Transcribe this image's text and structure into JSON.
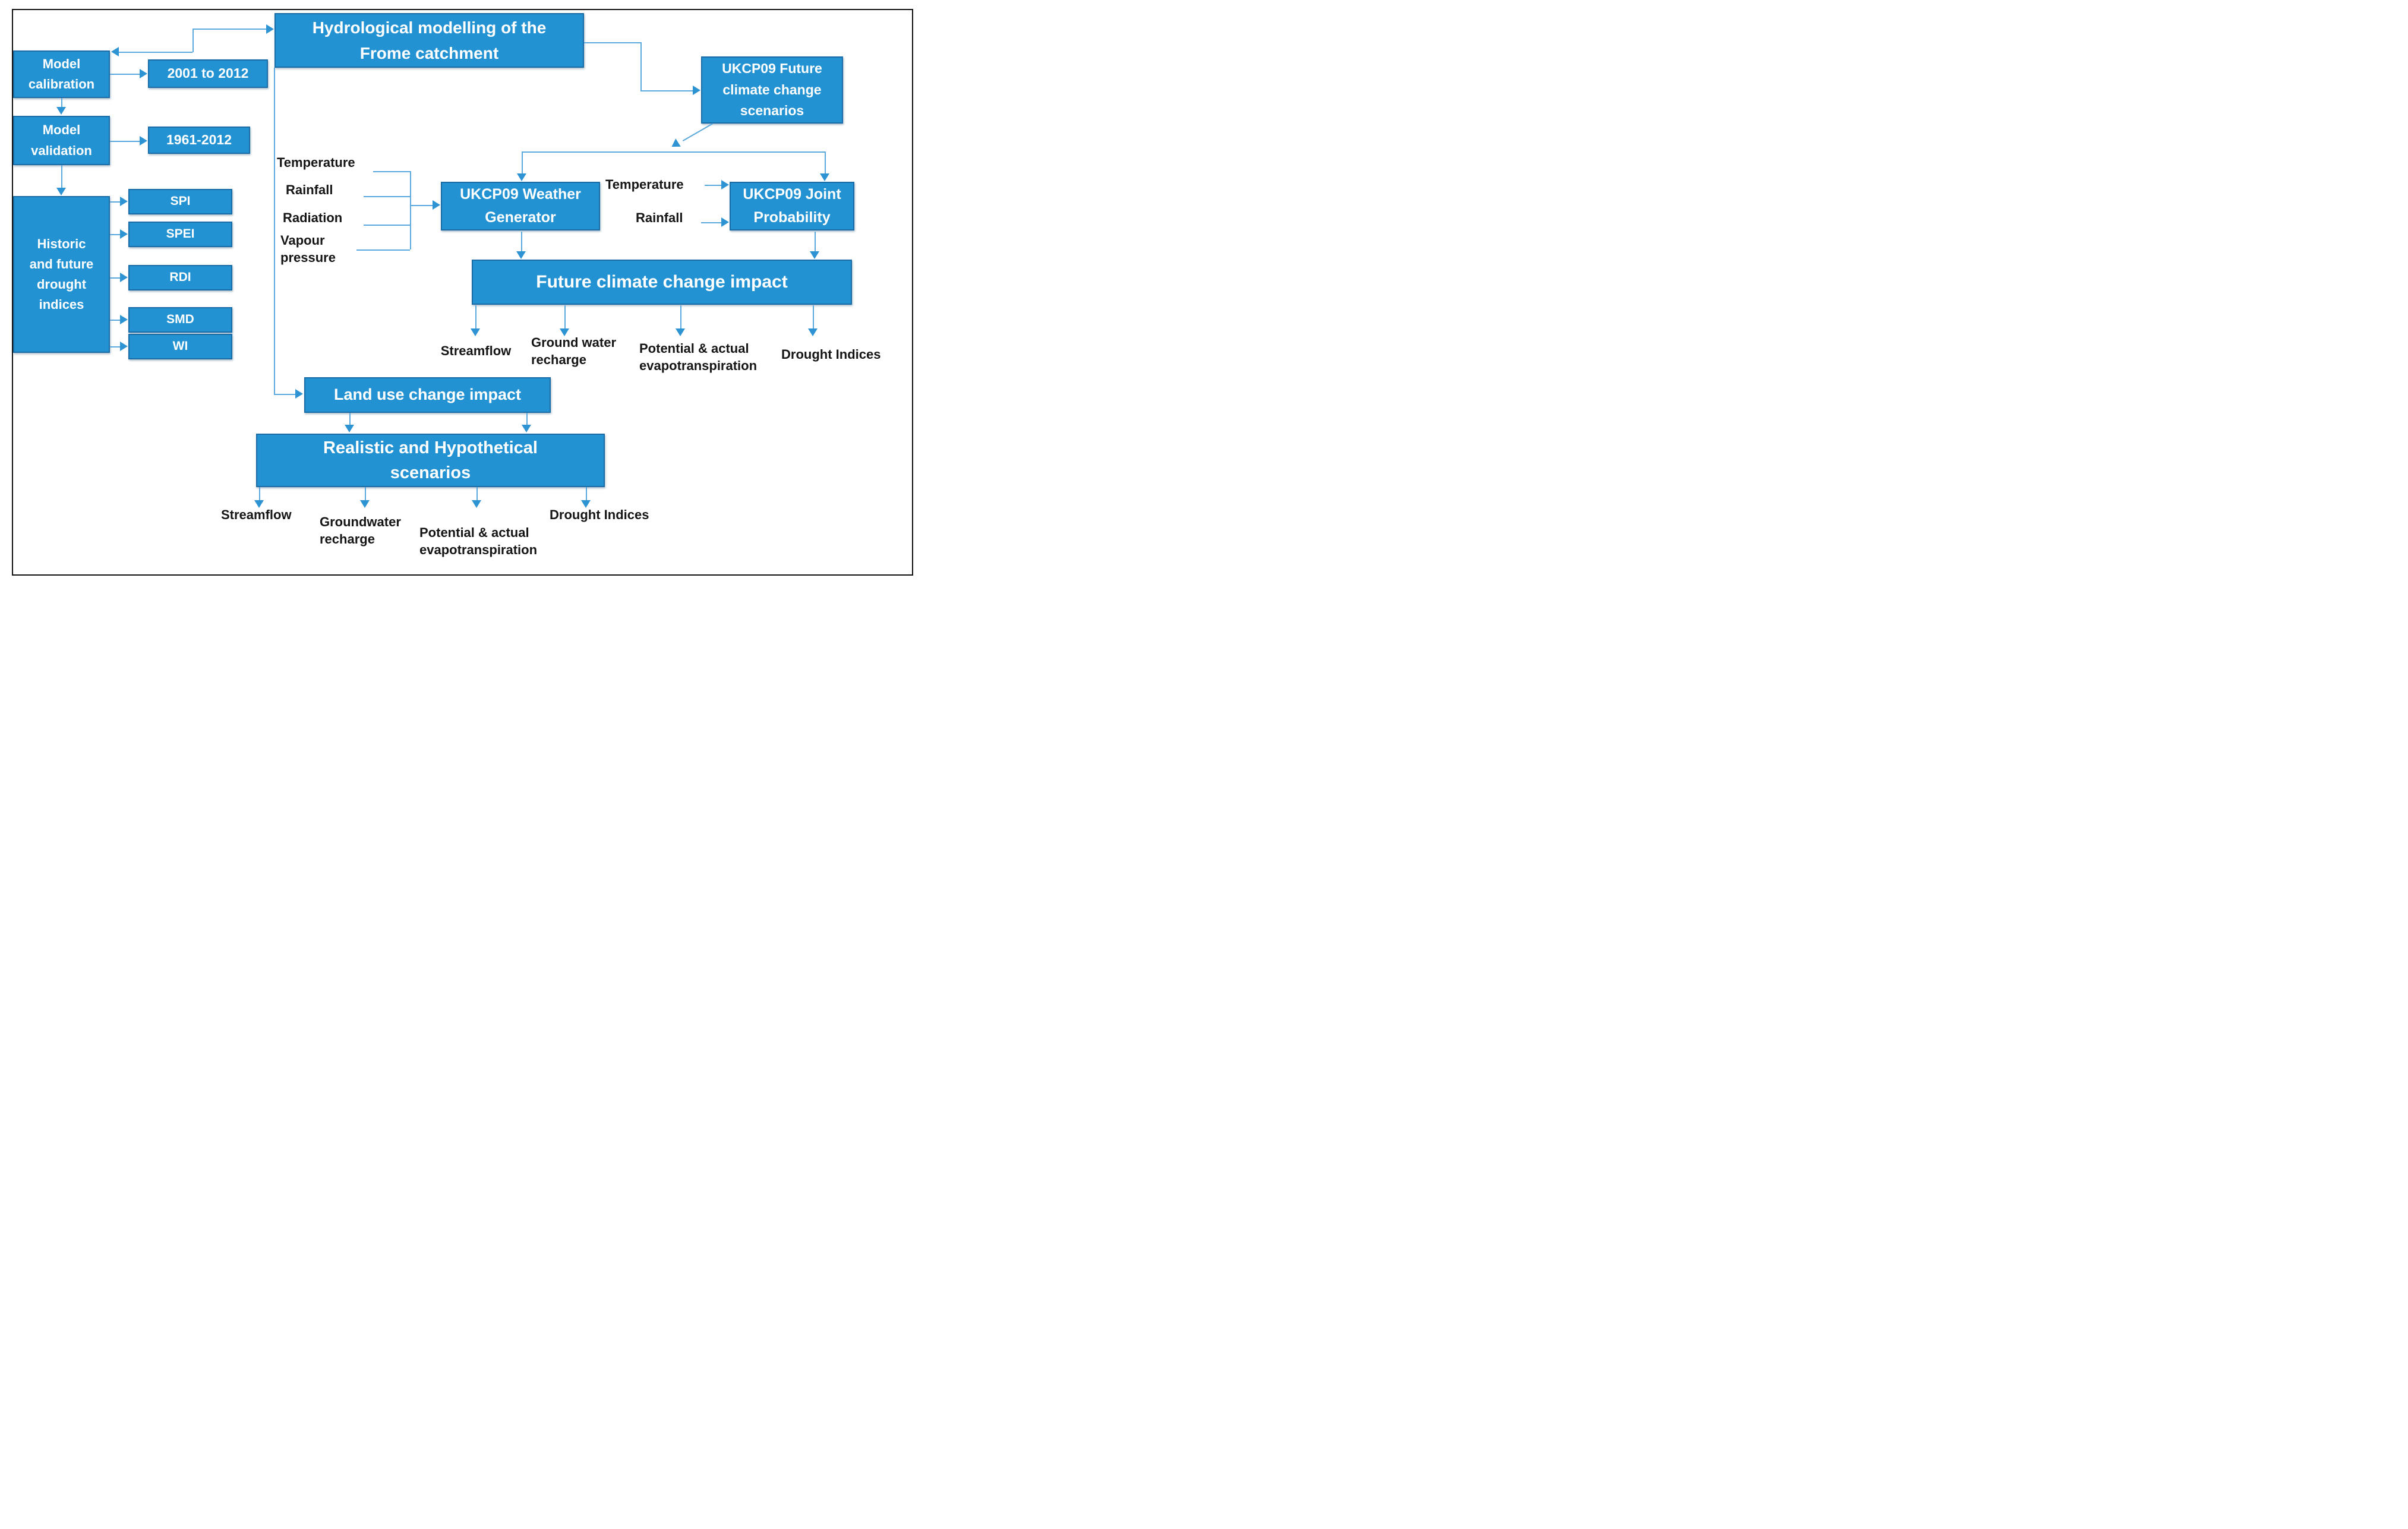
{
  "colors": {
    "background": "#ffffff",
    "frame_border": "#111111",
    "box_fill": "#2292d3",
    "box_border": "#1a6ca6",
    "box_text": "#ffffff",
    "arrow_line": "#5ba8dc",
    "arrow_head": "#2e93d2",
    "label_text": "#151515"
  },
  "boxes": {
    "title": "Hydrological modelling of the\nFrome catchment",
    "model_calibration": "Model\ncalibration",
    "calibration_period": "2001 to 2012",
    "model_validation": "Model\nvalidation",
    "validation_period": "1961-2012",
    "historic_indices": "Historic\nand future\ndrought\nindices",
    "spi": "SPI",
    "spei": "SPEI",
    "rdi": "RDI",
    "smd": "SMD",
    "wi": "WI",
    "weather_generator": "UKCP09 Weather\nGenerator",
    "future_scenarios": "UKCP09 Future\nclimate change\nscenarios",
    "joint_probability": "UKCP09 Joint\nProbability",
    "climate_impact": "Future climate change impact",
    "land_use": "Land use change impact",
    "realistic_scenarios": "Realistic and Hypothetical\nscenarios"
  },
  "labels": {
    "inputs_left": {
      "temperature": "Temperature",
      "rainfall": "Rainfall",
      "radiation": "Radiation",
      "vapour_pressure": "Vapour\npressure"
    },
    "inputs_right": {
      "temperature": "Temperature",
      "rainfall": "Rainfall"
    },
    "outputs_future": {
      "streamflow": "Streamflow",
      "groundwater": "Ground water\nrecharge",
      "evapotranspiration": "Potential & actual\nevapotranspiration",
      "drought": "Drought Indices"
    },
    "outputs_scenarios": {
      "streamflow": "Streamflow",
      "groundwater": "Groundwater\nrecharge",
      "evapotranspiration": "Potential & actual\nevapotranspiration",
      "drought": "Drought Indices"
    }
  }
}
